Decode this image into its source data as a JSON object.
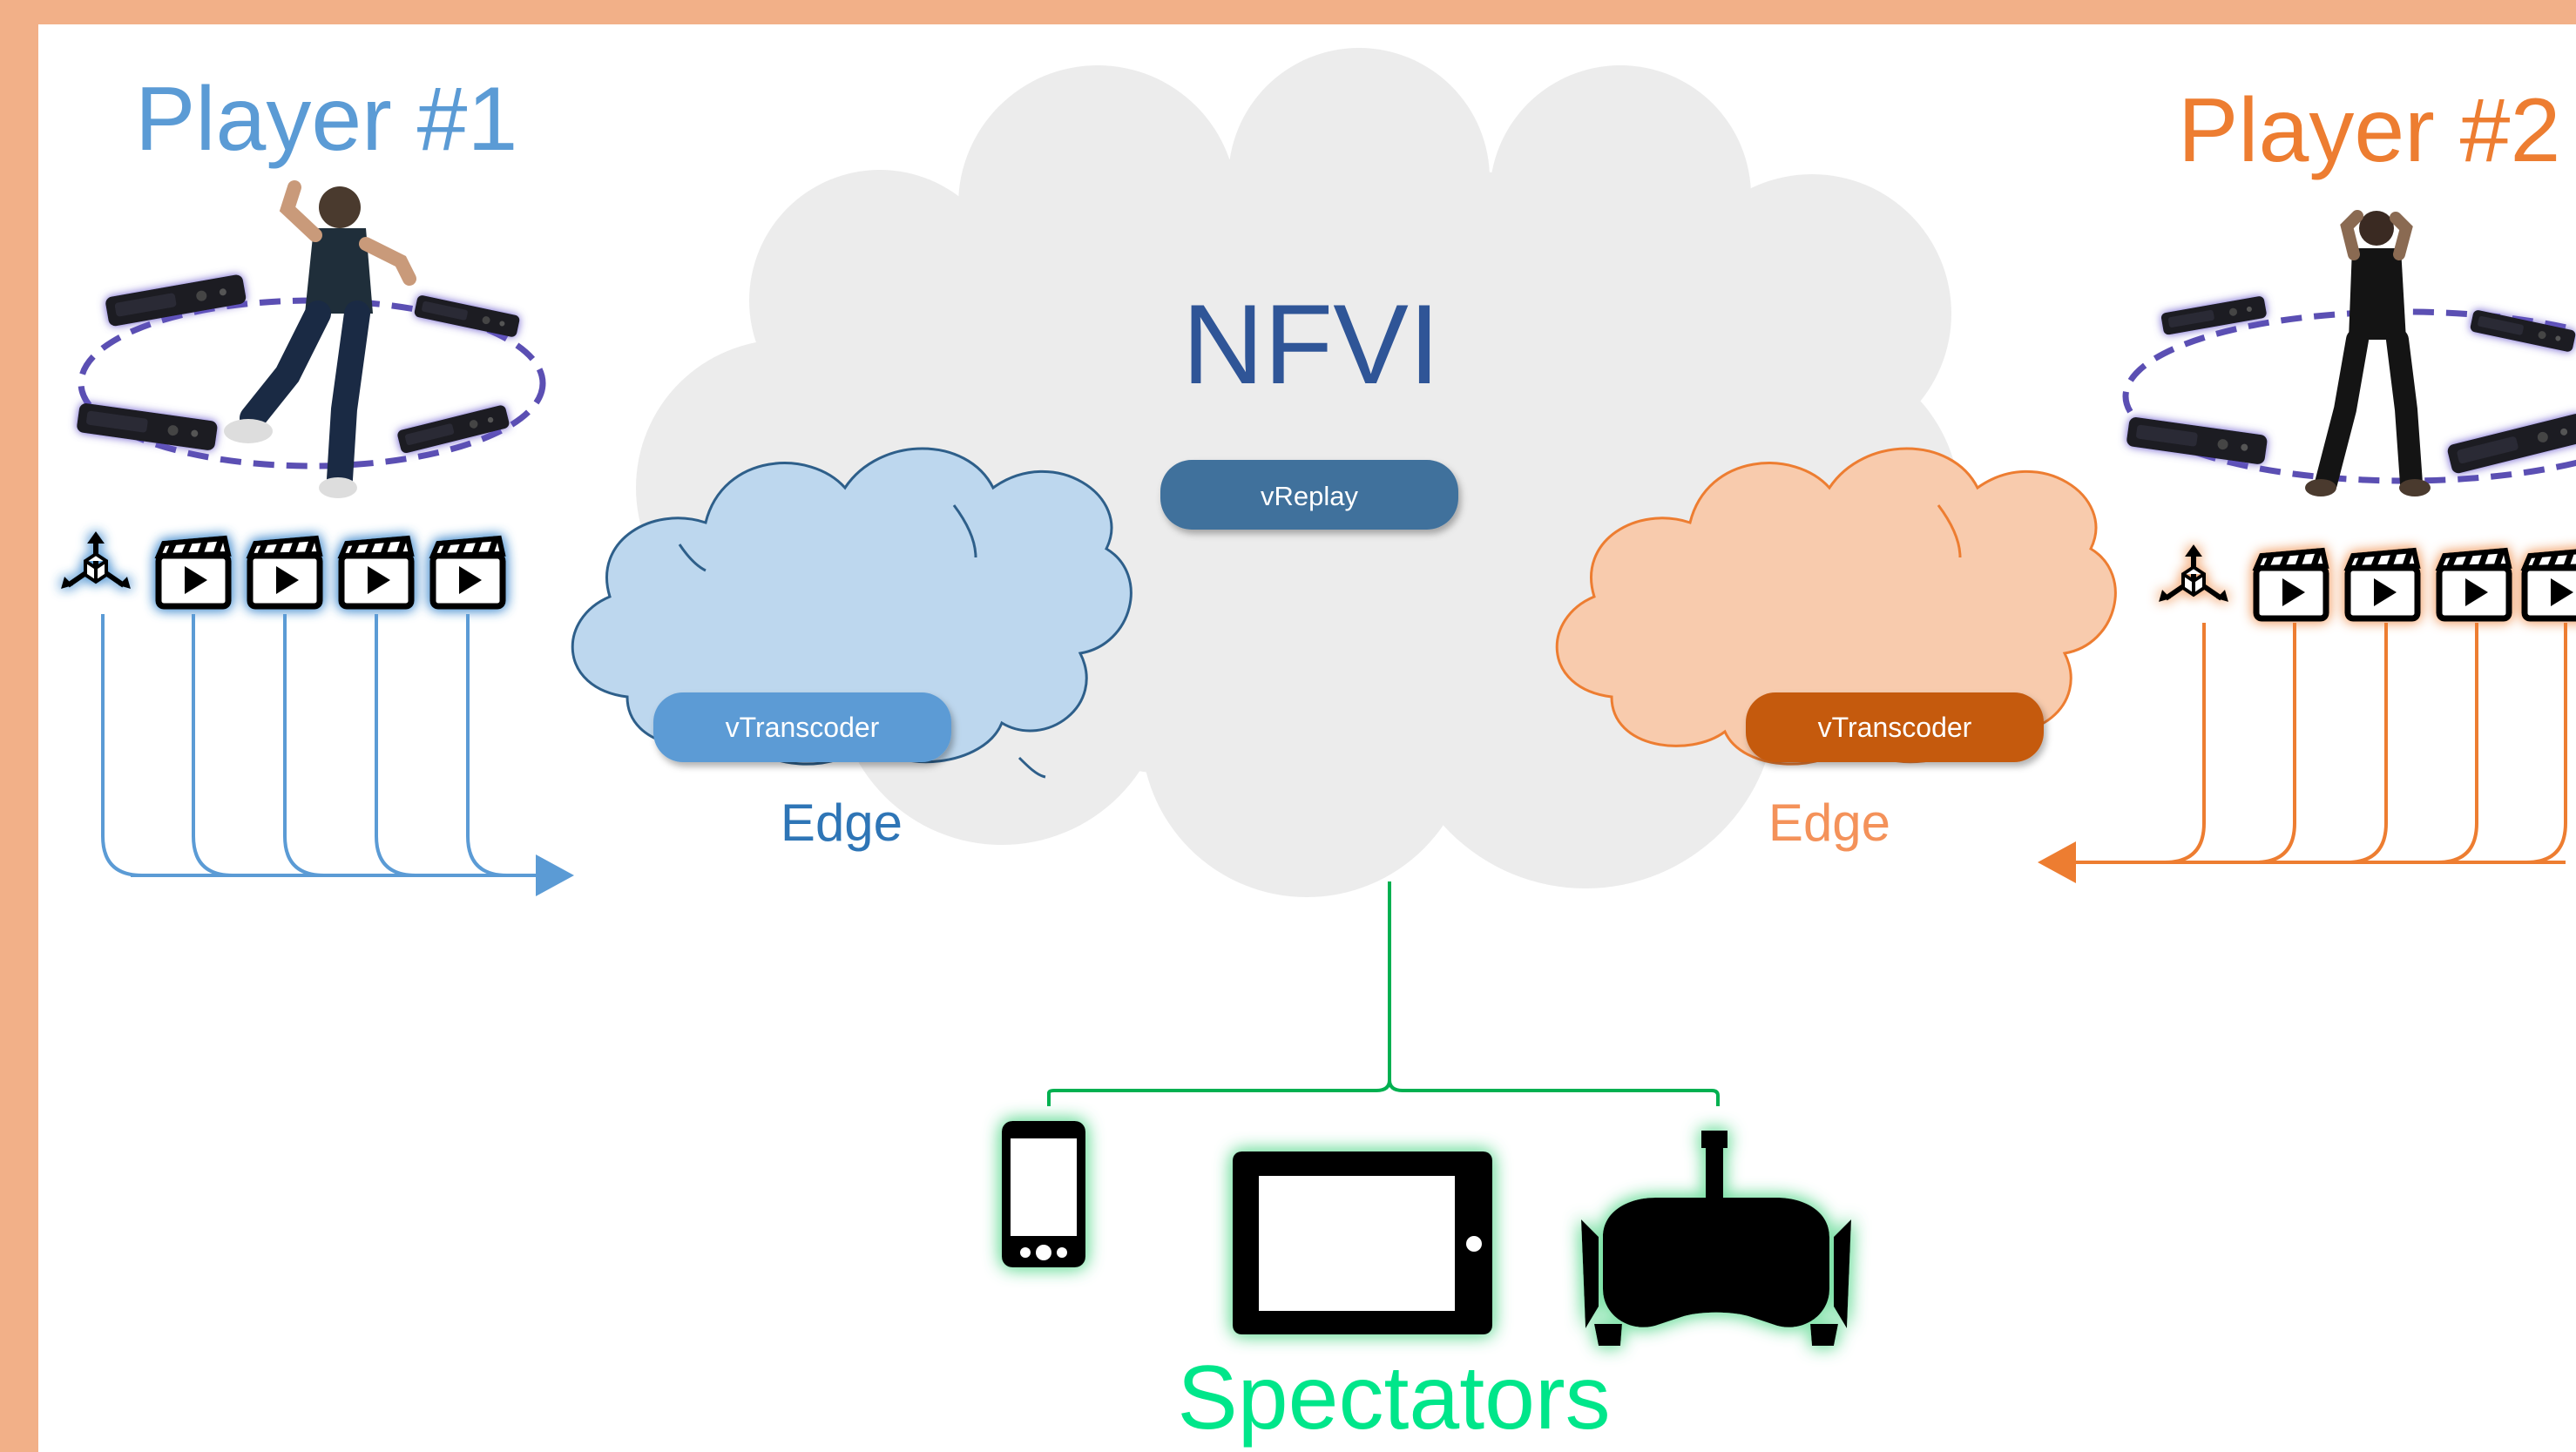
{
  "players": {
    "p1": {
      "label": "Player #1",
      "color": "#5b9bd5"
    },
    "p2": {
      "label": "Player #2",
      "color": "#ed7d31"
    }
  },
  "core": {
    "label": "NFVI",
    "service": "vReplay",
    "cloud_color": "#ececec",
    "label_color": "#2f5597",
    "service_color": "#41719c"
  },
  "edges": {
    "left": {
      "label": "Edge",
      "service": "vTranscoder",
      "fill": "#bdd7ee",
      "stroke": "#2e5f8a",
      "button_color": "#5b9bd5"
    },
    "right": {
      "label": "Edge",
      "service": "vTranscoder",
      "fill": "#f8cbad",
      "stroke": "#ed7d31",
      "button_color": "#c55a11"
    }
  },
  "spectators": {
    "label": "Spectators",
    "color": "#00e68a",
    "devices": [
      "smartphone-icon",
      "tablet-icon",
      "vr-headset-icon"
    ]
  },
  "icons": {
    "capture": [
      "3d-axes-icon",
      "video-clip-icon",
      "video-clip-icon",
      "video-clip-icon",
      "video-clip-icon"
    ],
    "sensors": "depth-camera-icon"
  },
  "frame_color": "#f2b088"
}
